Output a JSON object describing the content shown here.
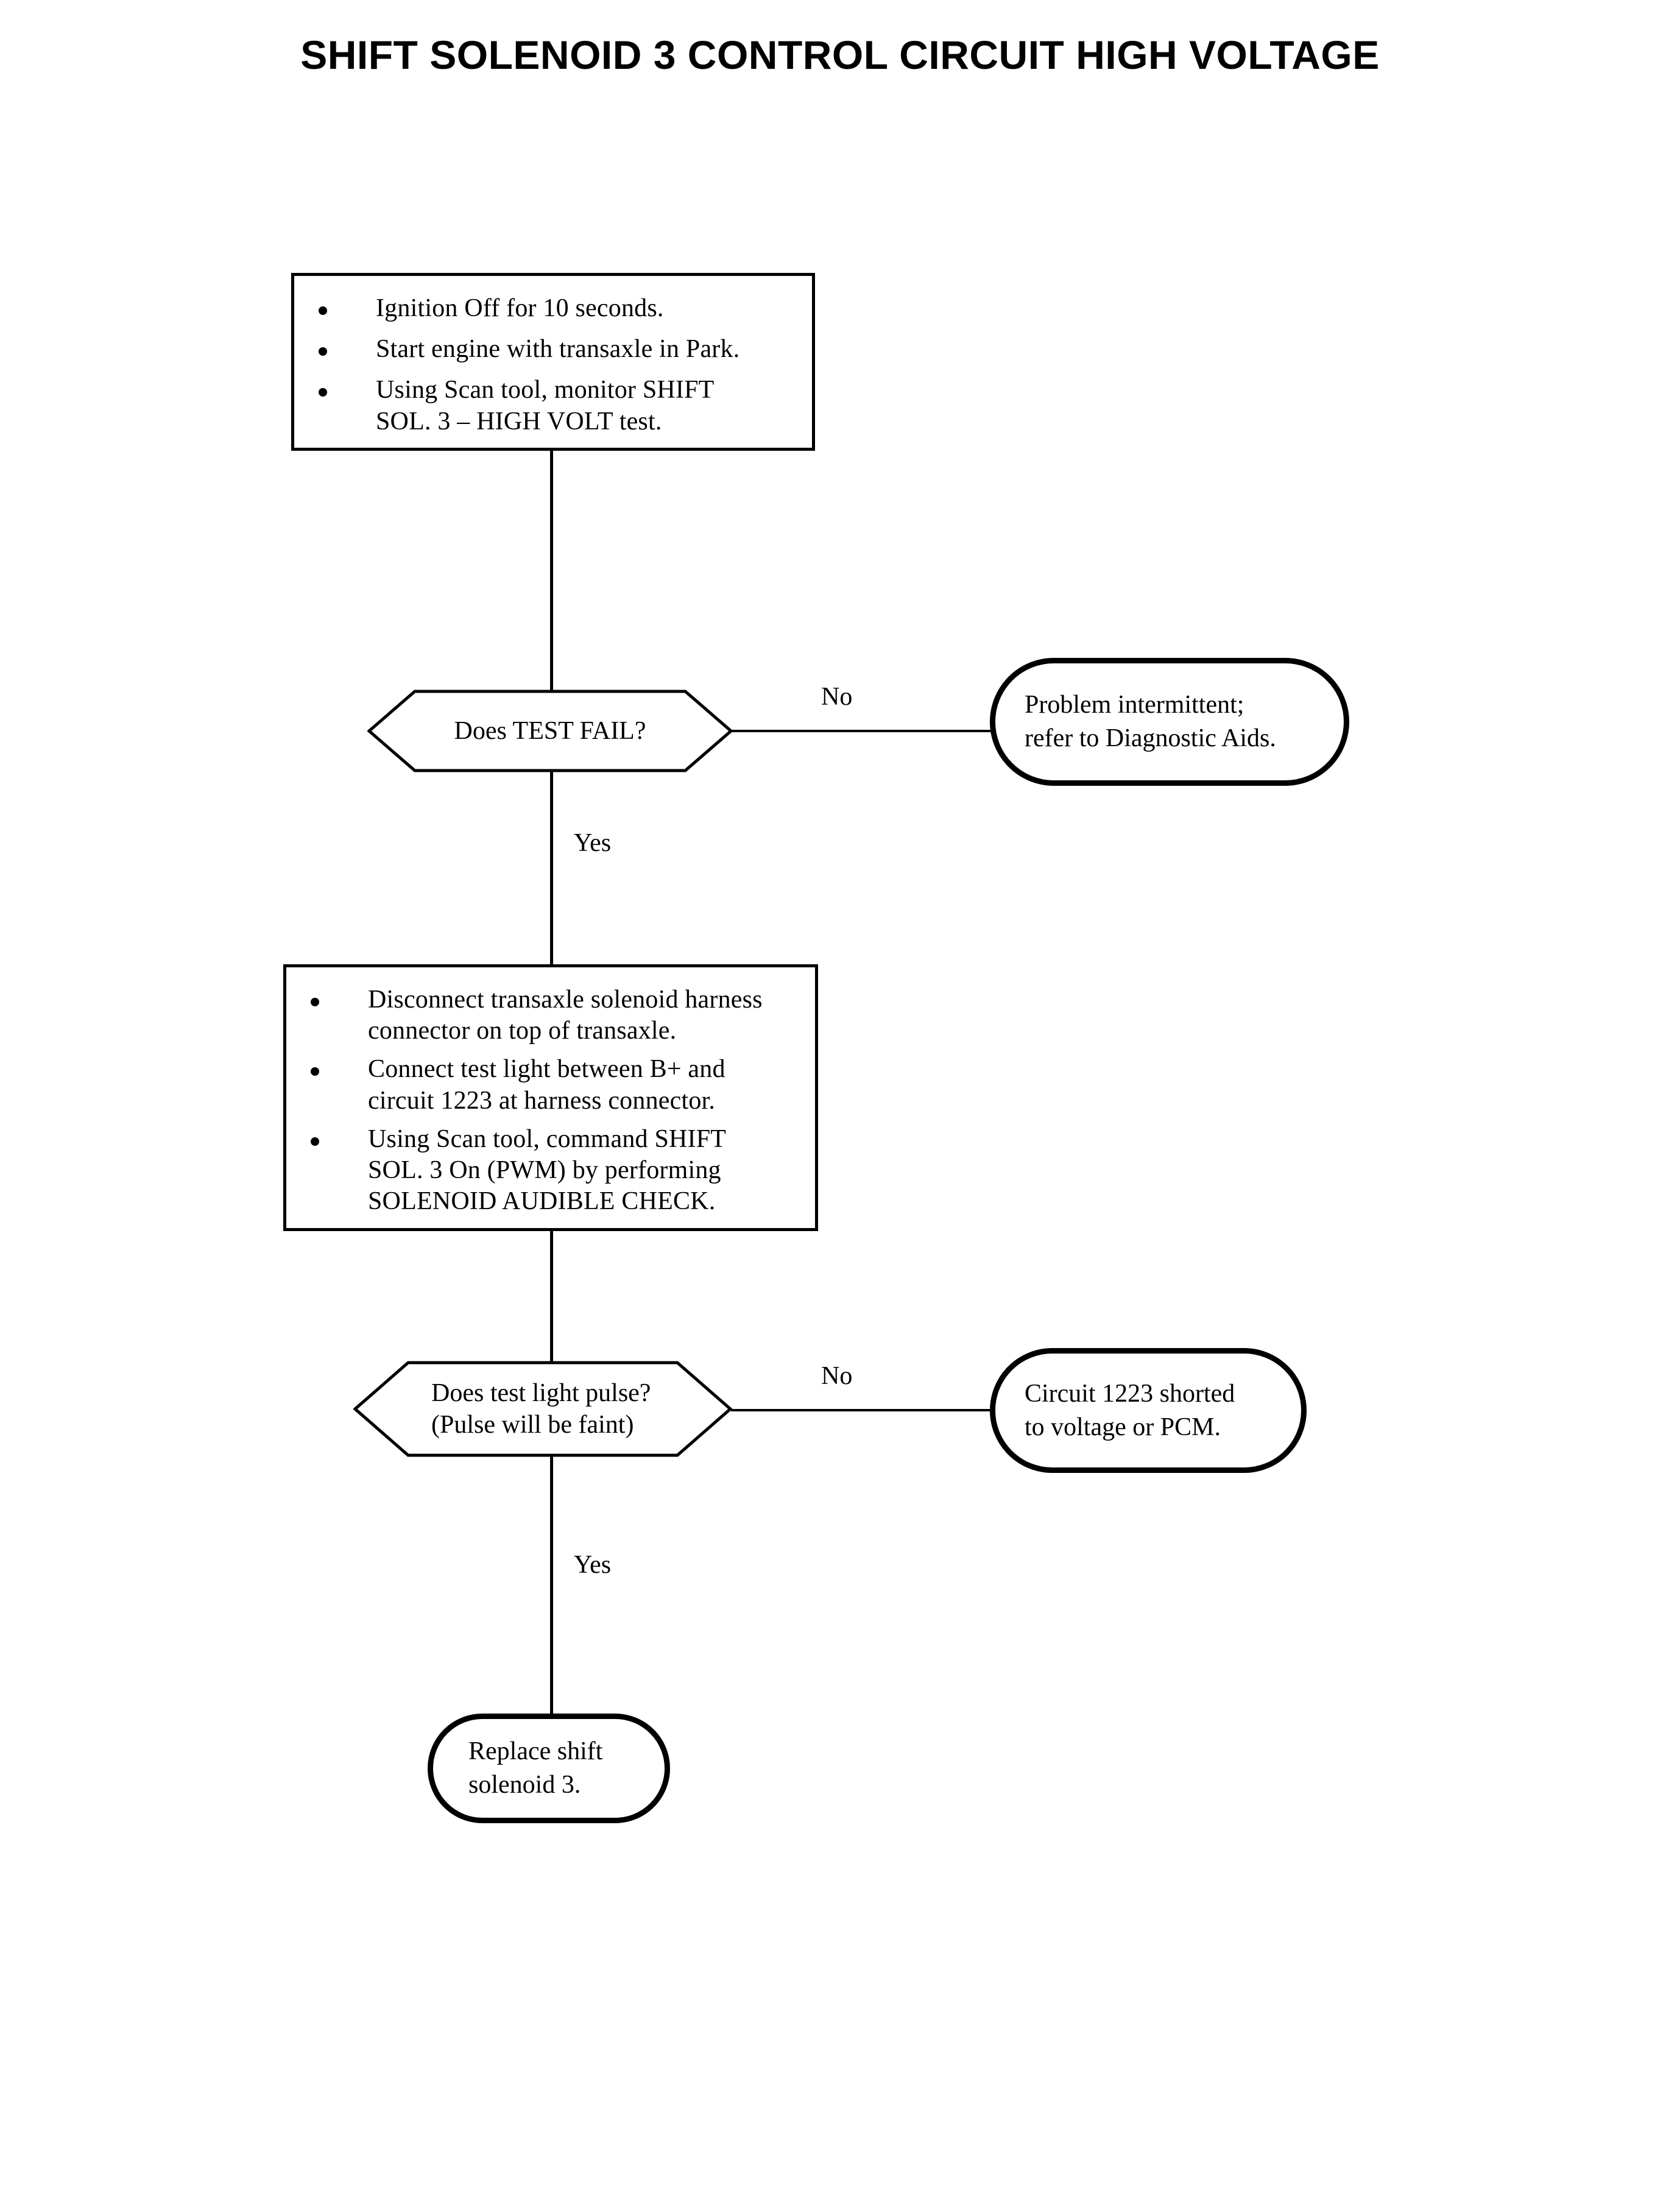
{
  "document": {
    "title": "SHIFT SOLENOID 3 CONTROL CIRCUIT HIGH VOLTAGE"
  },
  "flowchart": {
    "step1": {
      "type": "process",
      "bullets": [
        "Ignition Off for 10 seconds.",
        "Start engine with transaxle in Park.",
        "Using Scan tool, monitor SHIFT\nSOL. 3 – HIGH VOLT test."
      ]
    },
    "decision1": {
      "type": "decision",
      "line1": "Does TEST FAIL?",
      "no_label": "No",
      "yes_label": "Yes"
    },
    "terminal1": {
      "type": "terminal",
      "line1": "Problem intermittent;",
      "line2": "refer to Diagnostic Aids."
    },
    "step2": {
      "type": "process",
      "bullets": [
        "Disconnect transaxle solenoid harness\nconnector on top of transaxle.",
        "Connect test light between B+ and\ncircuit 1223 at harness connector.",
        "Using Scan tool, command SHIFT\nSOL. 3 On (PWM) by performing\nSOLENOID AUDIBLE CHECK."
      ]
    },
    "decision2": {
      "type": "decision",
      "line1": "Does test light pulse?",
      "line2": "(Pulse will be faint)",
      "no_label": "No",
      "yes_label": "Yes"
    },
    "terminal2": {
      "type": "terminal",
      "line1": "Circuit 1223 shorted",
      "line2": "to voltage or PCM."
    },
    "terminal3": {
      "type": "terminal",
      "line1": "Replace shift",
      "line2": "solenoid 3."
    }
  },
  "colors": {
    "stroke": "#000000",
    "background": "#ffffff"
  }
}
